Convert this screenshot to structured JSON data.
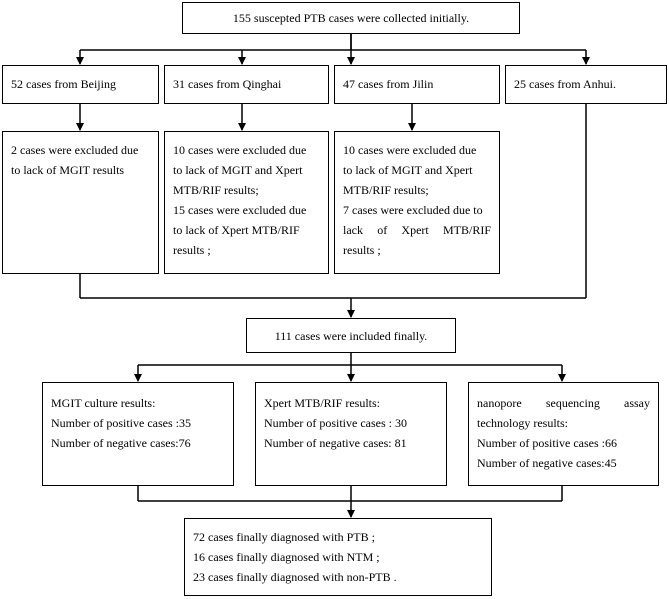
{
  "top": "155 suscepted PTB cases were collected initially.",
  "sources": {
    "beijing": "52 cases from Beijing",
    "qinghai": "31 cases from Qinghai",
    "jilin": "47 cases from Jilin",
    "anhui": "25 cases from Anhui."
  },
  "exclusions": {
    "beijing": [
      "2 cases were excluded due",
      "to lack of MGIT results"
    ],
    "qinghai": [
      "10 cases were excluded due",
      "to lack of MGIT and Xpert",
      "MTB/RIF results;",
      "15 cases were excluded due",
      "to lack of Xpert MTB/RIF",
      "results ;"
    ],
    "jilin": [
      "10 cases were excluded due",
      "to lack of MGIT and Xpert",
      "MTB/RIF results;",
      "7 cases were excluded due to",
      "lack of Xpert MTB/RIF",
      "results ;"
    ]
  },
  "included": "111 cases were included finally.",
  "results": {
    "mgit": [
      "MGIT culture results:",
      "Number of positive cases :35",
      "Number of negative cases:76"
    ],
    "xpert": [
      "Xpert MTB/RIF results:",
      "Number of positive cases : 30",
      "Number of negative cases: 81"
    ],
    "nanopore": [
      "nanopore sequencing assay",
      "technology results:",
      "Number of positive cases :66",
      "Number of negative cases:45"
    ]
  },
  "final": [
    "72 cases finally diagnosed with PTB ;",
    "16 cases finally diagnosed with NTM ;",
    "23 cases finally diagnosed with non-PTB ."
  ]
}
